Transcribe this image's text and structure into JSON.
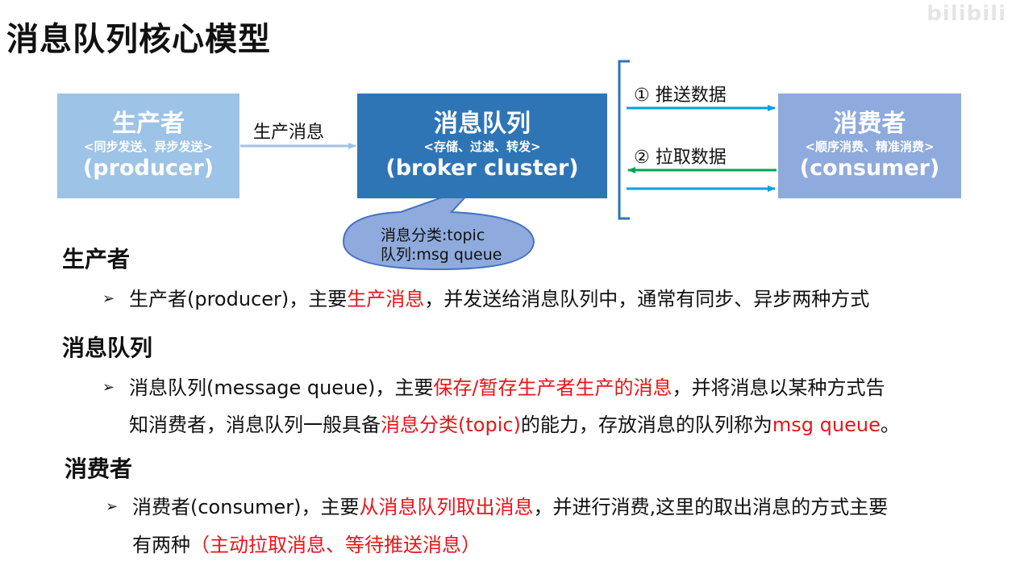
{
  "title": "消息队列核心模型",
  "watermark": "bilibili",
  "diagram": {
    "producer": {
      "title": "生产者",
      "sub": "<同步发送、异步发送>",
      "en": "(producer)"
    },
    "broker": {
      "title": "消息队列",
      "sub": "<存储、过滤、转发>",
      "en": "(broker cluster)"
    },
    "consumer": {
      "title": "消费者",
      "sub": "<顺序消费、精准消费>",
      "en": "(consumer)"
    },
    "produce_label": "生产消息",
    "push_label": "① 推送数据",
    "pull_label": "② 拉取数据",
    "callout": {
      "line1": "消息分类:topic",
      "line2": "队列:msg queue"
    },
    "colors": {
      "producer": "#9dc3e6",
      "broker": "#2e75b6",
      "consumer": "#8faadc",
      "push_arrow": "#00a0e6",
      "pull_arrow": "#00a650",
      "highlight": "#e8151b"
    }
  },
  "sections": {
    "producer": {
      "heading": "生产者",
      "l1_a": "生产者(producer)，主要",
      "l1_hl": "生产消息",
      "l1_b": "，并发送给消息队列中，通常有同步、异步两种方式"
    },
    "broker": {
      "heading": "消息队列",
      "l1_a": "消息队列(message queue)，主要",
      "l1_hl": "保存/暂存生产者生产的消息",
      "l1_b": "，并将消息以某种方式告",
      "l2_a": "知消费者，消息队列一般具备",
      "l2_hl": "消息分类(topic)",
      "l2_b": "的能力，存放消息的队列称为",
      "l2_hl2": "msg queue",
      "l2_c": "。"
    },
    "consumer": {
      "heading": "消费者",
      "l1_a": "消费者(consumer)，主要",
      "l1_hl": "从消息队列取出消息",
      "l1_b": "，并进行消费,这里的取出消息的方式主要",
      "l2_a": "有两种",
      "l2_hl": "（主动拉取消息、等待推送消息）"
    }
  }
}
